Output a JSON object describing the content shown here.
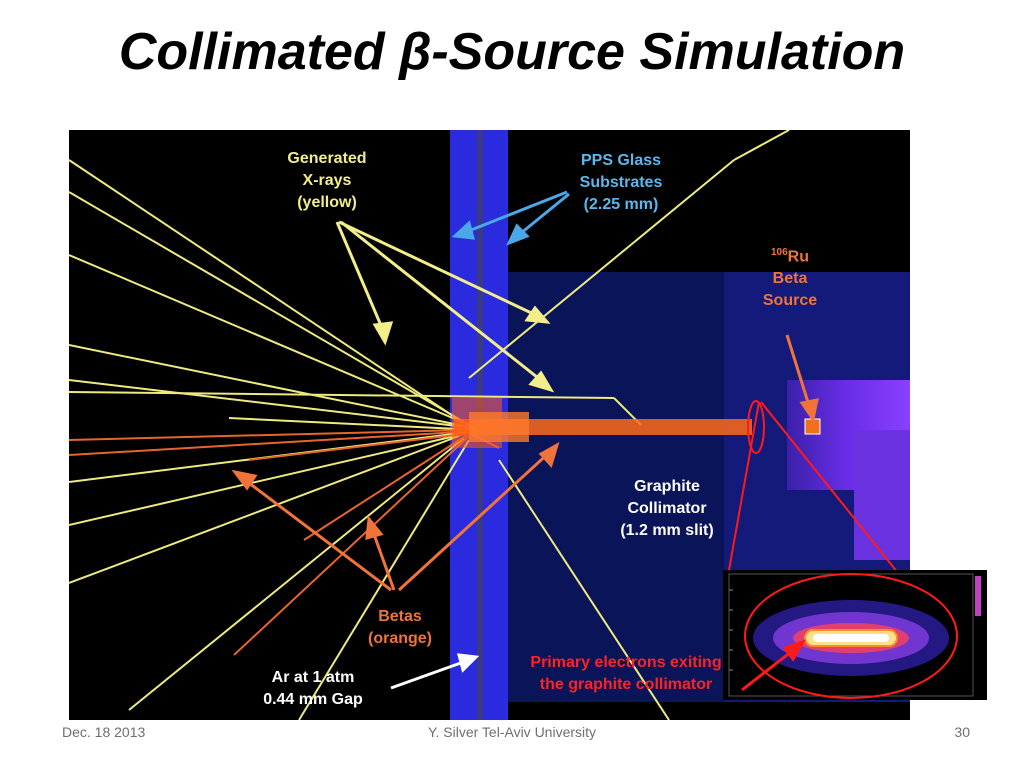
{
  "slide": {
    "title": "Collimated β-Source Simulation"
  },
  "labels": {
    "xrays": [
      "Generated",
      "X-rays",
      "(yellow)"
    ],
    "pps": [
      "PPS Glass",
      "Substrates",
      "(2.25 mm)"
    ],
    "ru_sup": "106",
    "ru": [
      "Ru",
      "Beta",
      "Source"
    ],
    "graphite": [
      "Graphite",
      "Collimator",
      "(1.2 mm slit)"
    ],
    "betas": [
      "Betas",
      "(orange)"
    ],
    "ar": [
      "Ar at 1 atm",
      "0.44 mm Gap"
    ],
    "primary": [
      "Primary electrons exiting",
      "the graphite collimator"
    ]
  },
  "footer": {
    "date": "Dec. 18 2013",
    "author": "Y. Silver Tel-Aviv University",
    "page": "30"
  },
  "colors": {
    "xray_yellow": "#f2ee8a",
    "beta_orange": "#f0733a",
    "glass_blue": "#2a2adf",
    "annotation_red": "#ff1a1a"
  }
}
